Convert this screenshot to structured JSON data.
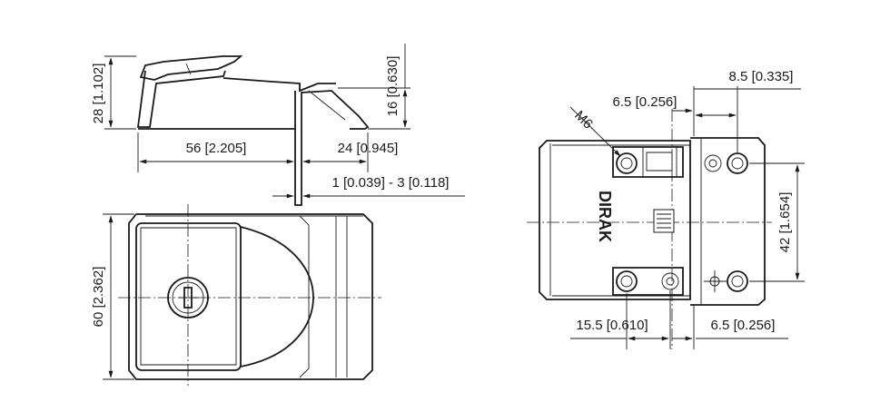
{
  "brand": "DIRAK",
  "side_view": {
    "height_total": "28 [1.102]",
    "height_right": "16 [0.630]",
    "length_left": "56 [2.205]",
    "length_right": "24 [0.945]",
    "thickness_range": "1 [0.039] - 3 [0.118]"
  },
  "front_view": {
    "height": "60 [2.362]"
  },
  "back_view": {
    "thread": "M6",
    "offset_top_left": "6.5 [0.256]",
    "offset_top_right": "8.5 [0.335]",
    "hole_spacing_vertical": "42 [1.654]",
    "offset_bottom_left": "15.5 [0.610]",
    "offset_bottom_right": "6.5 [0.256]"
  }
}
